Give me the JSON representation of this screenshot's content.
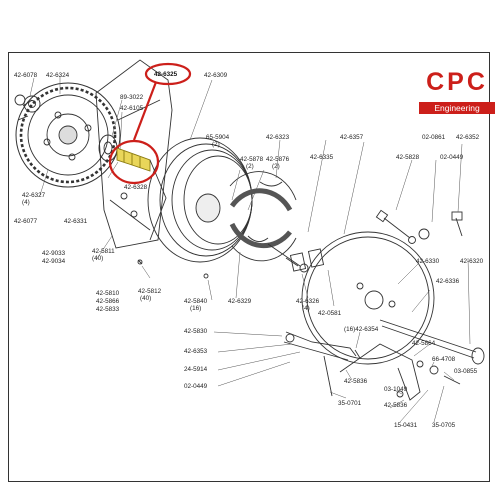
{
  "brand": {
    "name": "CPC",
    "tagline": "Engineering",
    "color": "#cc1f1a"
  },
  "highlight": {
    "part_number": "42-6325",
    "color": "#cc1f1a"
  },
  "parts": [
    {
      "id": "p01",
      "text": "42-6078"
    },
    {
      "id": "p02",
      "text": "42-6324"
    },
    {
      "id": "p03",
      "text": "42-6325"
    },
    {
      "id": "p04",
      "text": "42-6309"
    },
    {
      "id": "p05",
      "text": "89-3022"
    },
    {
      "id": "p06",
      "text": "42-6105"
    },
    {
      "id": "p07",
      "text": "42-6327"
    },
    {
      "id": "p08",
      "text": "(4)"
    },
    {
      "id": "p09",
      "text": "42-6328"
    },
    {
      "id": "p10",
      "text": "42-6077"
    },
    {
      "id": "p11",
      "text": "42-6331"
    },
    {
      "id": "p12",
      "text": "42-5811"
    },
    {
      "id": "p13",
      "text": "(40)"
    },
    {
      "id": "p14",
      "text": "42-9033"
    },
    {
      "id": "p15",
      "text": "42-9034"
    },
    {
      "id": "p16",
      "text": "42-5810"
    },
    {
      "id": "p17",
      "text": "42-5866"
    },
    {
      "id": "p18",
      "text": "42-5833"
    },
    {
      "id": "p19",
      "text": "42-5812"
    },
    {
      "id": "p20",
      "text": "(40)"
    },
    {
      "id": "p21",
      "text": "65-5904"
    },
    {
      "id": "p22",
      "text": "(2)"
    },
    {
      "id": "p23",
      "text": "42-5878"
    },
    {
      "id": "p24",
      "text": "(2)"
    },
    {
      "id": "p25",
      "text": "42-5876"
    },
    {
      "id": "p26",
      "text": "(2)"
    },
    {
      "id": "p27",
      "text": "42-6323"
    },
    {
      "id": "p28",
      "text": "42-6335"
    },
    {
      "id": "p29",
      "text": "42-6357"
    },
    {
      "id": "p30",
      "text": "42-5828"
    },
    {
      "id": "p31",
      "text": "02-0861"
    },
    {
      "id": "p32",
      "text": "42-6352"
    },
    {
      "id": "p33",
      "text": "02-0449"
    },
    {
      "id": "p34",
      "text": "42-5840"
    },
    {
      "id": "p35",
      "text": "(16)"
    },
    {
      "id": "p36",
      "text": "42-6329"
    },
    {
      "id": "p37",
      "text": "42-6326"
    },
    {
      "id": "p38",
      "text": "(4)"
    },
    {
      "id": "p39",
      "text": "42-0581"
    },
    {
      "id": "p40",
      "text": "42-6330"
    },
    {
      "id": "p41",
      "text": "42-6336"
    },
    {
      "id": "p42",
      "text": "42-6320"
    },
    {
      "id": "p43",
      "text": "42-5830"
    },
    {
      "id": "p44",
      "text": "(16)42-6354"
    },
    {
      "id": "p45",
      "text": "42-5864"
    },
    {
      "id": "p46",
      "text": "42-6353"
    },
    {
      "id": "p47",
      "text": "66-4708"
    },
    {
      "id": "p48",
      "text": "24-5914"
    },
    {
      "id": "p49",
      "text": "03-0855"
    },
    {
      "id": "p50",
      "text": "02-0449"
    },
    {
      "id": "p51",
      "text": "42-5836"
    },
    {
      "id": "p52",
      "text": "03-1049"
    },
    {
      "id": "p53",
      "text": "35-0701"
    },
    {
      "id": "p54",
      "text": "42-5836"
    },
    {
      "id": "p55",
      "text": "15-0431"
    },
    {
      "id": "p56",
      "text": "35-0705"
    }
  ]
}
